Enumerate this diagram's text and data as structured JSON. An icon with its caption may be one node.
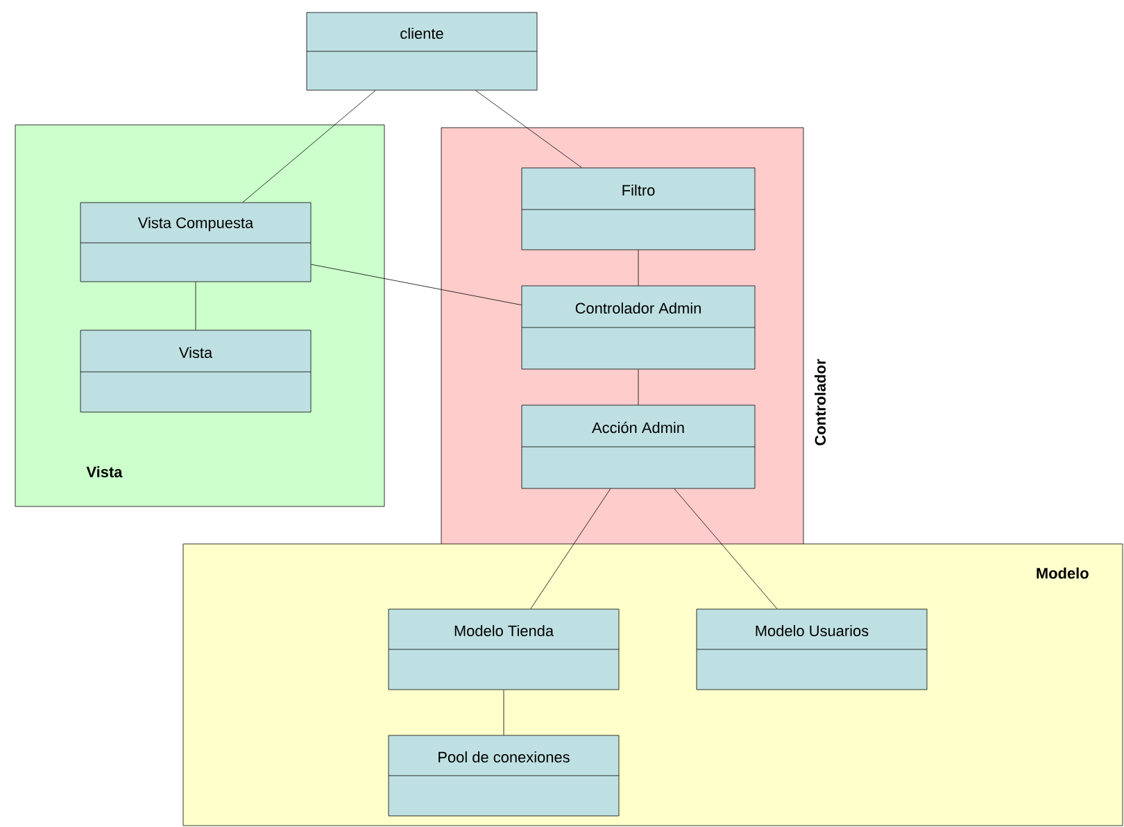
{
  "diagram": {
    "nodes": [
      {
        "text": [
          "cliente"
        ]
      },
      {
        "text": [
          "Vista"
        ]
      },
      {
        "text": [
          "Controlador"
        ]
      },
      {
        "text": [
          "Modelo"
        ]
      },
      {
        "text": [
          "Vista Compuesta"
        ],
        "in": 1
      },
      {
        "text": [
          "Vista"
        ],
        "in": 1
      },
      {
        "text": [
          "Filtro"
        ],
        "in": 2
      },
      {
        "text": [
          "Controlador Admin"
        ],
        "in": 2
      },
      {
        "text": [
          "Acción Admin"
        ],
        "in": 2
      },
      {
        "text": [
          "Modelo Tienda"
        ],
        "in": 3
      },
      {
        "text": [
          "Modelo Usuarios"
        ],
        "in": 3
      },
      {
        "text": [
          "Pool de conexiones"
        ],
        "in": 3
      }
    ],
    "edges": [
      {
        "from": 0,
        "to": 4,
        "arrow": "none"
      },
      {
        "from": 0,
        "to": 6,
        "arrow": "none"
      },
      {
        "from": 4,
        "to": 5,
        "arrow": "none"
      },
      {
        "from": 4,
        "to": 7,
        "arrow": "none"
      },
      {
        "from": 6,
        "to": 7,
        "arrow": "none"
      },
      {
        "from": 7,
        "to": 8,
        "arrow": "none"
      },
      {
        "from": 8,
        "to": 9,
        "arrow": "none"
      },
      {
        "from": 8,
        "to": 10,
        "arrow": "none"
      },
      {
        "from": 9,
        "to": 11,
        "arrow": "none"
      }
    ]
  }
}
